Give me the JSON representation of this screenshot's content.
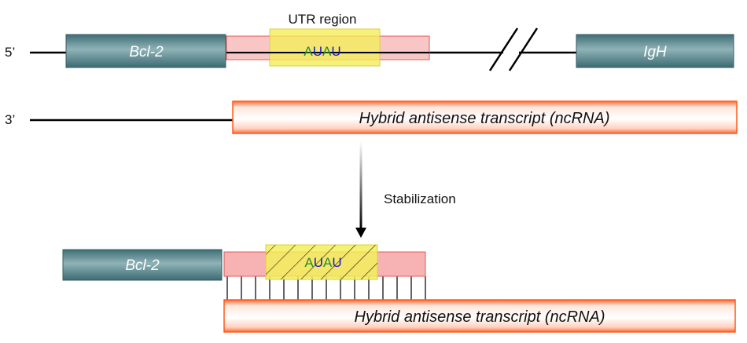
{
  "labels": {
    "strand_top": "5’",
    "strand_bottom": "3’",
    "utr_region": "UTR region",
    "gene_bcl2": "Bcl-2",
    "gene_igh": "IgH",
    "hybrid_transcript": "Hybrid antisense transcript (ncRNA)",
    "stabilization": "Stabilization"
  },
  "motif": [
    {
      "letter": "A",
      "color": "#2a8a2a"
    },
    {
      "letter": "U",
      "color": "#1a1acc"
    },
    {
      "letter": "A",
      "color": "#2a8a2a"
    },
    {
      "letter": "U",
      "color": "#1a1acc"
    }
  ],
  "colors": {
    "gene_box": "#4e7f86",
    "transcript_fill": "#ff7a4a",
    "utr_pink": "#f7b3b3",
    "utr_yellow": "#f2ee5a"
  }
}
